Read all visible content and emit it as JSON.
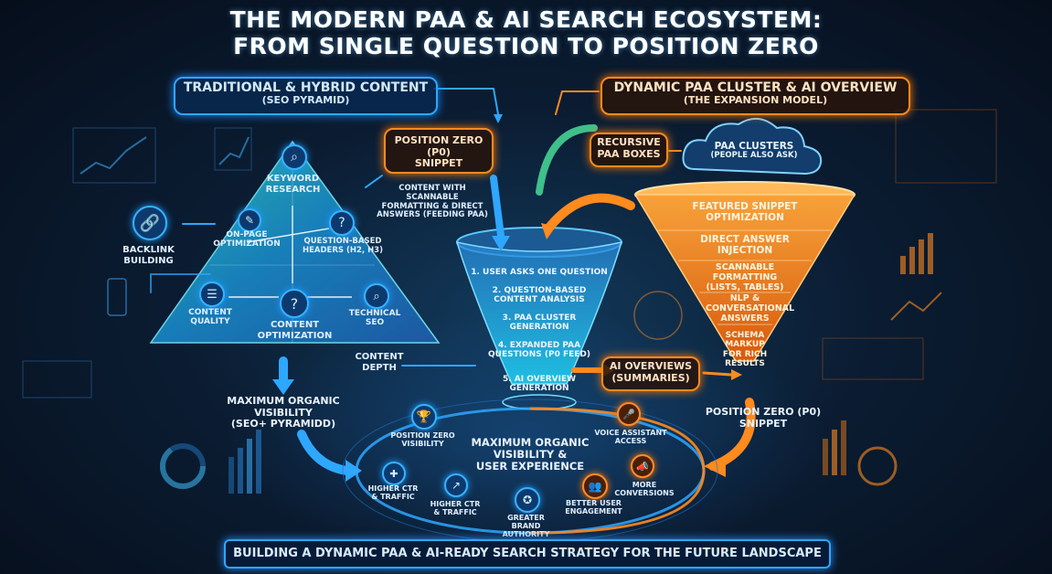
{
  "title_line1": "THE MODERN PAA & AI SEARCH ECOSYSTEM:",
  "title_line2": "FROM SINGLE QUESTION TO POSITION ZERO",
  "left_header": {
    "line1": "TRADITIONAL & HYBRID CONTENT",
    "line2": "(SEO PYRAMID)"
  },
  "right_header": {
    "line1": "DYNAMIC PAA CLUSTER & AI OVERVIEW",
    "line2": "(THE EXPANSION MODEL)"
  },
  "pyramid": {
    "keyword_research": "KEYWORD RESEARCH",
    "on_page": "ON-PAGE OPTIMIZATION",
    "question_headers": "QUESTION-BASED HEADERS (H2, H3)",
    "content_quality": "CONTENT QUALITY",
    "content_optimization": "CONTENT OPTIMIZATION",
    "technical_seo": "TECHNICAL SEO"
  },
  "backlink": "BACKLINK BUILDING",
  "content_depth": "CONTENT DEPTH",
  "max_organic_left": {
    "line1": "MAXIMUM ORGANIC",
    "line2": "VISIBILITY",
    "line3": "(SEO+ PYRAMIDD)"
  },
  "p0_box": {
    "line1": "POSITION ZERO (P0)",
    "line2": "SNIPPET"
  },
  "content_with": "CONTENT WITH SCANNABLE FORMATTING & DIRECT ANSWERS (FEEDING PAA)",
  "recursive": {
    "line1": "RECURSIVE",
    "line2": "PAA BOXES"
  },
  "paa_clusters": {
    "line1": "PAA CLUSTERS",
    "line2": "(PEOPLE ALSO ASK)"
  },
  "center_funnel": [
    "1. USER ASKS ONE QUESTION",
    "2. QUESTION-BASED CONTENT ANALYSIS",
    "3. PAA CLUSTER GENERATION",
    "4. EXPANDED PAA QUESTIONS (P0 FEED)",
    "5. AI OVERVIEW GENERATION"
  ],
  "orange_funnel": [
    "FEATURED SNIPPET OPTIMIZATION",
    "DIRECT ANSWER INJECTION",
    "SCANNABLE FORMATTING (LISTS, TABLES)",
    "NLP & CONVERSATIONAL ANSWERS",
    "SCHEMA MARKUP FOR RICH RESULTS"
  ],
  "ai_overviews": {
    "line1": "AI OVERVIEWS",
    "line2": "(SUMMARIES)"
  },
  "p0_right": {
    "line1": "POSITION ZERO (P0)",
    "line2": "SNIPPET"
  },
  "center_result": {
    "line1": "MAXIMUM ORGANIC",
    "line2": "VISIBILITY &",
    "line3": "USER EXPERIENCE"
  },
  "benefits": {
    "position_zero": "POSITION ZERO VISIBILITY",
    "higher_ctr_1": "HIGHER CTR & TRAFFIC",
    "higher_ctr_2": "HIGHER CTR & TRAFFIC",
    "brand": "GREATER BRAND AUTHORITY",
    "engagement": "BETTER USER ENGAGEMENT",
    "conversions": "MORE CONVERSIONS",
    "voice": "VOICE ASSISTANT ACCESS"
  },
  "bottom_banner": "BUILDING A DYNAMIC PAA & AI-READY SEARCH STRATEGY FOR THE FUTURE LANDSCAPE",
  "colors": {
    "blue": "#2ea7ff",
    "orange": "#ff8a1e",
    "background": "#0b1d33"
  }
}
